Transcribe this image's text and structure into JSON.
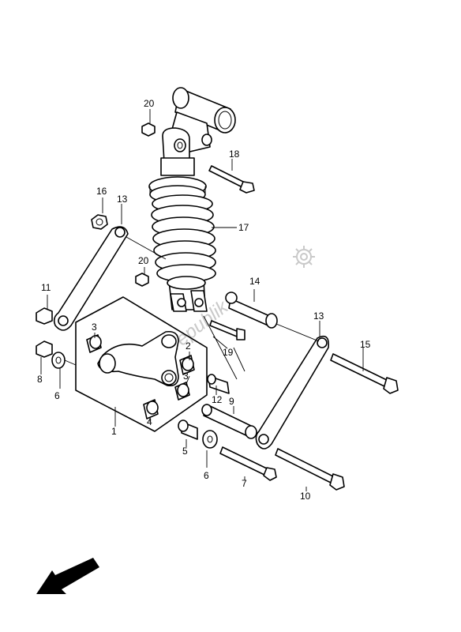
{
  "diagram": {
    "watermark": "Partsrepublik",
    "callouts": [
      {
        "id": "c1",
        "label": "1"
      },
      {
        "id": "c2",
        "label": "2"
      },
      {
        "id": "c3a",
        "label": "3"
      },
      {
        "id": "c3b",
        "label": "3"
      },
      {
        "id": "c4",
        "label": "4"
      },
      {
        "id": "c5",
        "label": "5"
      },
      {
        "id": "c6a",
        "label": "6"
      },
      {
        "id": "c6b",
        "label": "6"
      },
      {
        "id": "c7",
        "label": "7"
      },
      {
        "id": "c8",
        "label": "8"
      },
      {
        "id": "c9",
        "label": "9"
      },
      {
        "id": "c10",
        "label": "10"
      },
      {
        "id": "c11",
        "label": "11"
      },
      {
        "id": "c12",
        "label": "12"
      },
      {
        "id": "c13a",
        "label": "13"
      },
      {
        "id": "c13b",
        "label": "13"
      },
      {
        "id": "c14",
        "label": "14"
      },
      {
        "id": "c15",
        "label": "15"
      },
      {
        "id": "c16",
        "label": "16"
      },
      {
        "id": "c17",
        "label": "17"
      },
      {
        "id": "c18",
        "label": "18"
      },
      {
        "id": "c19",
        "label": "19"
      },
      {
        "id": "c20a",
        "label": "20"
      },
      {
        "id": "c20b",
        "label": "20"
      }
    ],
    "direction_arrow_icon": "arrow-down-left-icon"
  }
}
